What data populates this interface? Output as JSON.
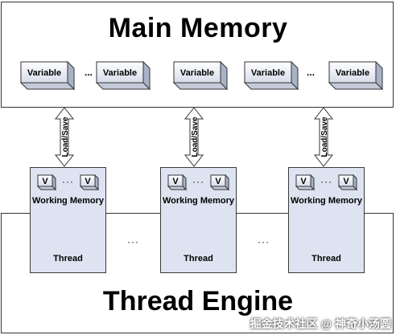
{
  "main_memory": {
    "title": "Main Memory",
    "variables": [
      "Variable",
      "Variable",
      "Variable",
      "Variable",
      "Variable"
    ],
    "ellipsis": "..."
  },
  "link_label": "Load/Save",
  "threads": [
    {
      "var_left": "V",
      "var_right": "V",
      "ellipsis": "···",
      "working_memory": "Working Memory",
      "label": "Thread"
    },
    {
      "var_left": "V",
      "var_right": "V",
      "ellipsis": "···",
      "working_memory": "Working Memory",
      "label": "Thread"
    },
    {
      "var_left": "V",
      "var_right": "V",
      "ellipsis": "···",
      "working_memory": "Working Memory",
      "label": "Thread"
    }
  ],
  "thread_ellipsis": "···",
  "engine": {
    "title": "Thread Engine"
  },
  "watermark": "掘金技术社区 @ 神奇小汤圆",
  "colors": {
    "variable_front": "#dde3f0",
    "variable_side": "#a9b3c7",
    "thread_fill": "#dde3f1",
    "arrow_fill": "#ffffff",
    "stroke": "#333333"
  }
}
